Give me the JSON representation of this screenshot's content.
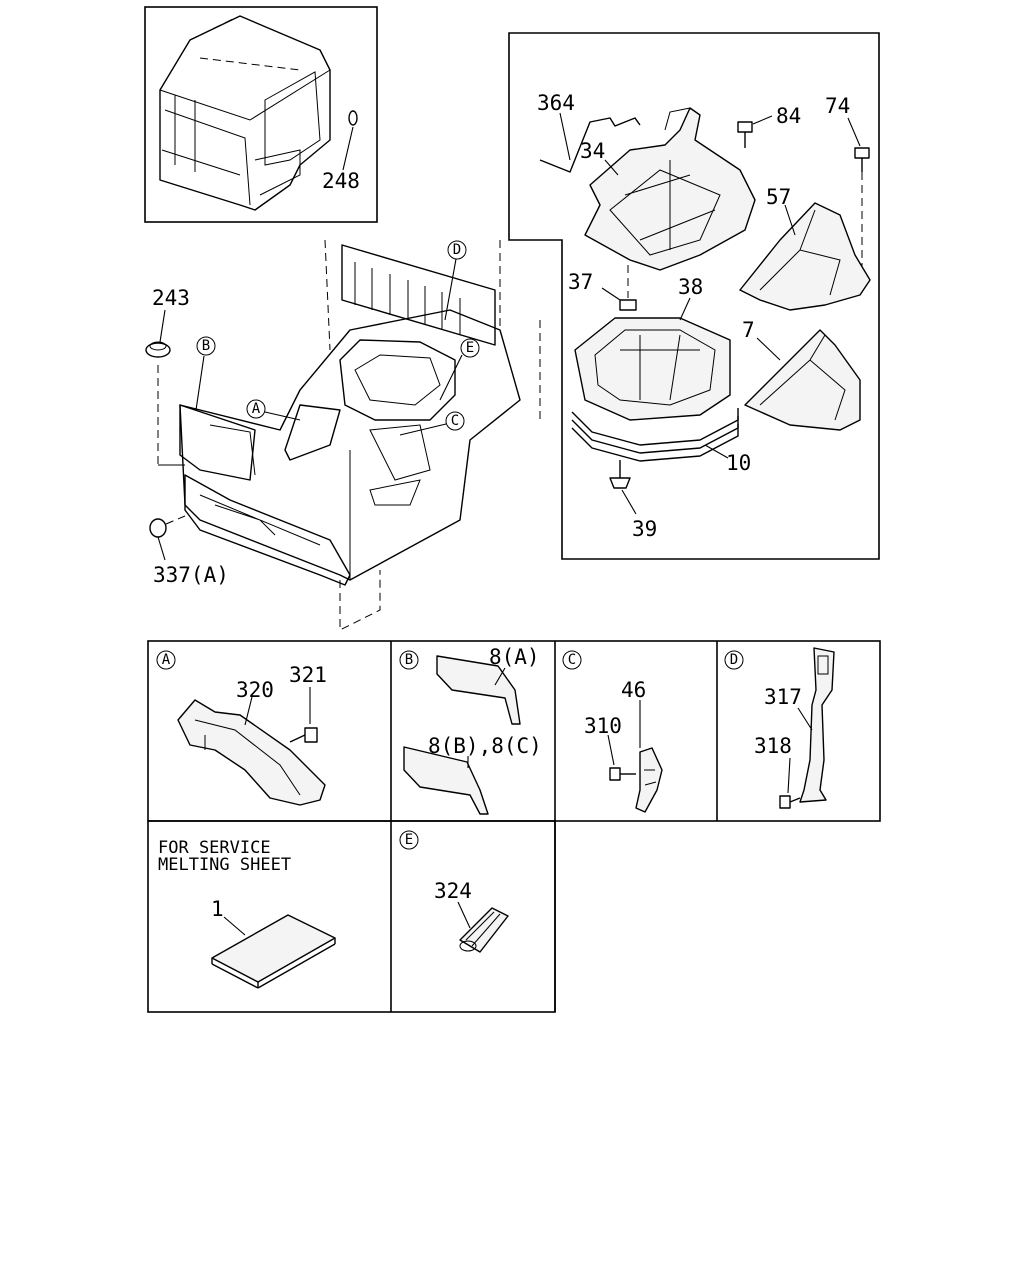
{
  "callouts": {
    "c248": "248",
    "c243": "243",
    "c337A": "337(A)",
    "c364": "364",
    "c34": "34",
    "c84": "84",
    "c74": "74",
    "c57": "57",
    "c37": "37",
    "c38": "38",
    "c7": "7",
    "c10": "10",
    "c39": "39",
    "c320": "320",
    "c321": "321",
    "c8A": "8(A)",
    "c8BC": "8(B),8(C)",
    "c46": "46",
    "c310": "310",
    "c317": "317",
    "c318": "318",
    "c1": "1",
    "c324": "324"
  },
  "refs": {
    "A": "A",
    "B": "B",
    "C": "C",
    "D": "D",
    "E": "E"
  },
  "notes": {
    "service_line1": "FOR SERVICE",
    "service_line2": "MELTING SHEET"
  }
}
